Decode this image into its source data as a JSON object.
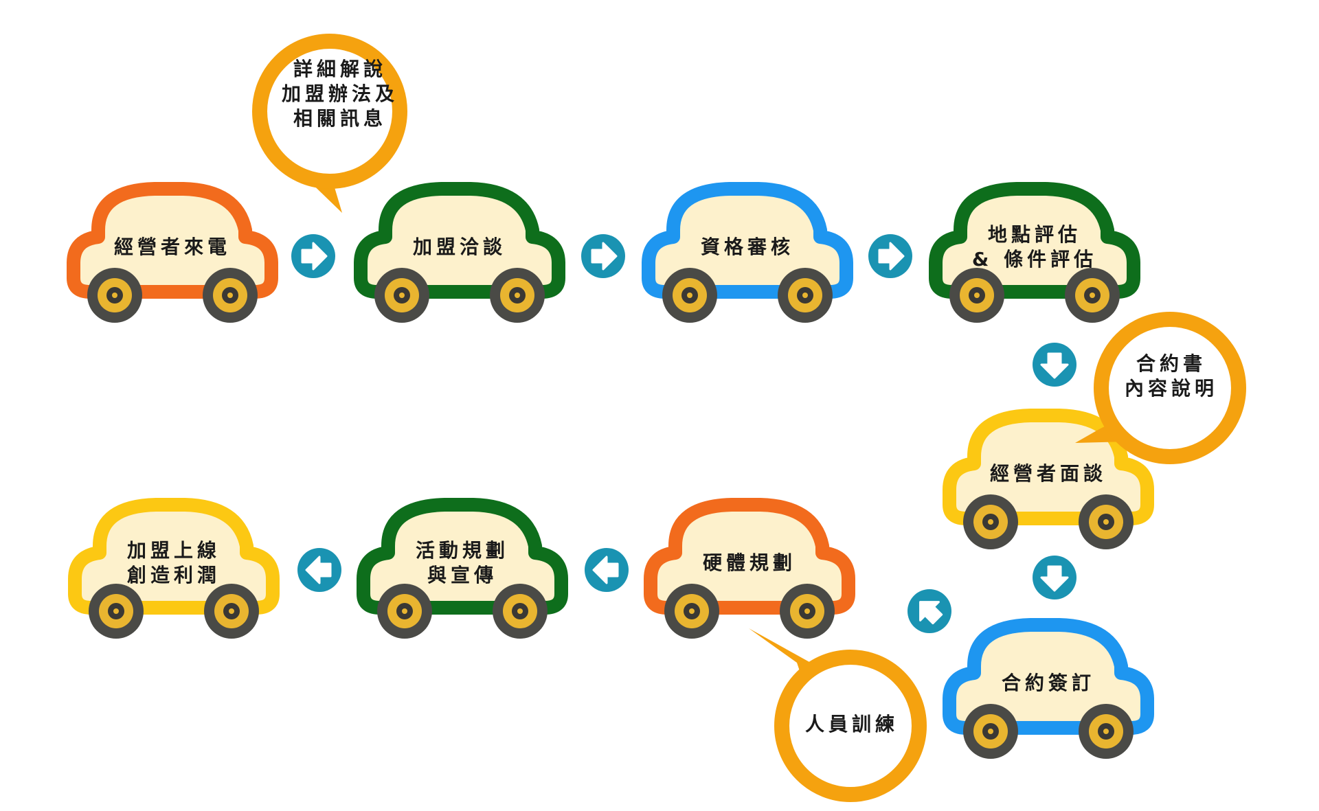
{
  "colors": {
    "orange": "#f26b1d",
    "green": "#0e6e1c",
    "blue": "#1e96f0",
    "yellow": "#fcc813",
    "car_fill": "#fdf1cc",
    "wheel_tire": "#4a4a46",
    "wheel_rim": "#e9b530",
    "wheel_hub": "#3a3834",
    "bubble_ring": "#f5a20f",
    "arrow_teal": "#1a93b2"
  },
  "steps": [
    {
      "id": "caller",
      "lines": [
        "經營者來電"
      ],
      "color": "orange"
    },
    {
      "id": "negotiation",
      "lines": [
        "加盟洽談"
      ],
      "color": "green"
    },
    {
      "id": "qualification",
      "lines": [
        "資格審核"
      ],
      "color": "blue"
    },
    {
      "id": "site",
      "lines": [
        "地點評估",
        "& 條件評估"
      ],
      "color": "green"
    },
    {
      "id": "interview",
      "lines": [
        "經營者面談"
      ],
      "color": "yellow"
    },
    {
      "id": "contract",
      "lines": [
        "合約簽訂"
      ],
      "color": "blue"
    },
    {
      "id": "hardware",
      "lines": [
        "硬體規劃"
      ],
      "color": "orange"
    },
    {
      "id": "promotion",
      "lines": [
        "活動規劃",
        "與宣傳"
      ],
      "color": "green"
    },
    {
      "id": "launch",
      "lines": [
        "加盟上線",
        "創造利潤"
      ],
      "color": "yellow"
    }
  ],
  "bubbles": [
    {
      "id": "explain",
      "lines": [
        "詳細解說",
        "加盟辦法及",
        "相關訊息"
      ]
    },
    {
      "id": "contract-note",
      "lines": [
        "合約書",
        "內容說明"
      ]
    },
    {
      "id": "training",
      "lines": [
        "人員訓練"
      ]
    }
  ],
  "arrows": [
    {
      "id": "a1",
      "direction": "right"
    },
    {
      "id": "a2",
      "direction": "right"
    },
    {
      "id": "a3",
      "direction": "right"
    },
    {
      "id": "a4",
      "direction": "down"
    },
    {
      "id": "a5",
      "direction": "down"
    },
    {
      "id": "a6",
      "direction": "up-left"
    },
    {
      "id": "a7",
      "direction": "left"
    },
    {
      "id": "a8",
      "direction": "left"
    }
  ]
}
